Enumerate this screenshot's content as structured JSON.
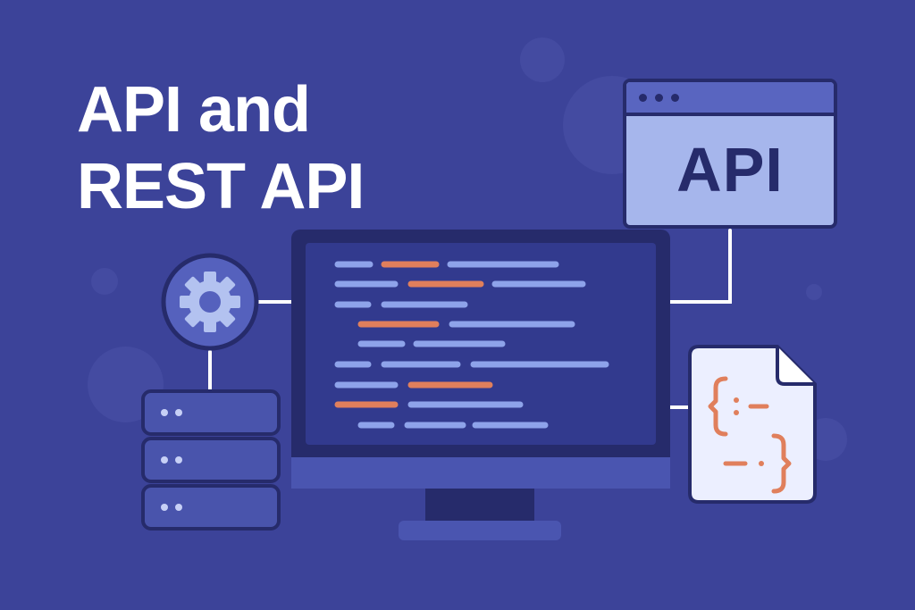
{
  "title": {
    "line1": "API and",
    "line2": "REST API"
  },
  "api_window": {
    "label": "API"
  },
  "colors": {
    "background": "#3c4399",
    "outline": "#262b6b",
    "code_blue": "#8ea3ea",
    "code_orange": "#e07f5c",
    "panel_light": "#a6b6ec",
    "document": "#ecefff"
  },
  "icons": [
    "gear-icon",
    "server-stack-icon",
    "monitor-icon",
    "json-document-icon",
    "browser-window-icon"
  ]
}
